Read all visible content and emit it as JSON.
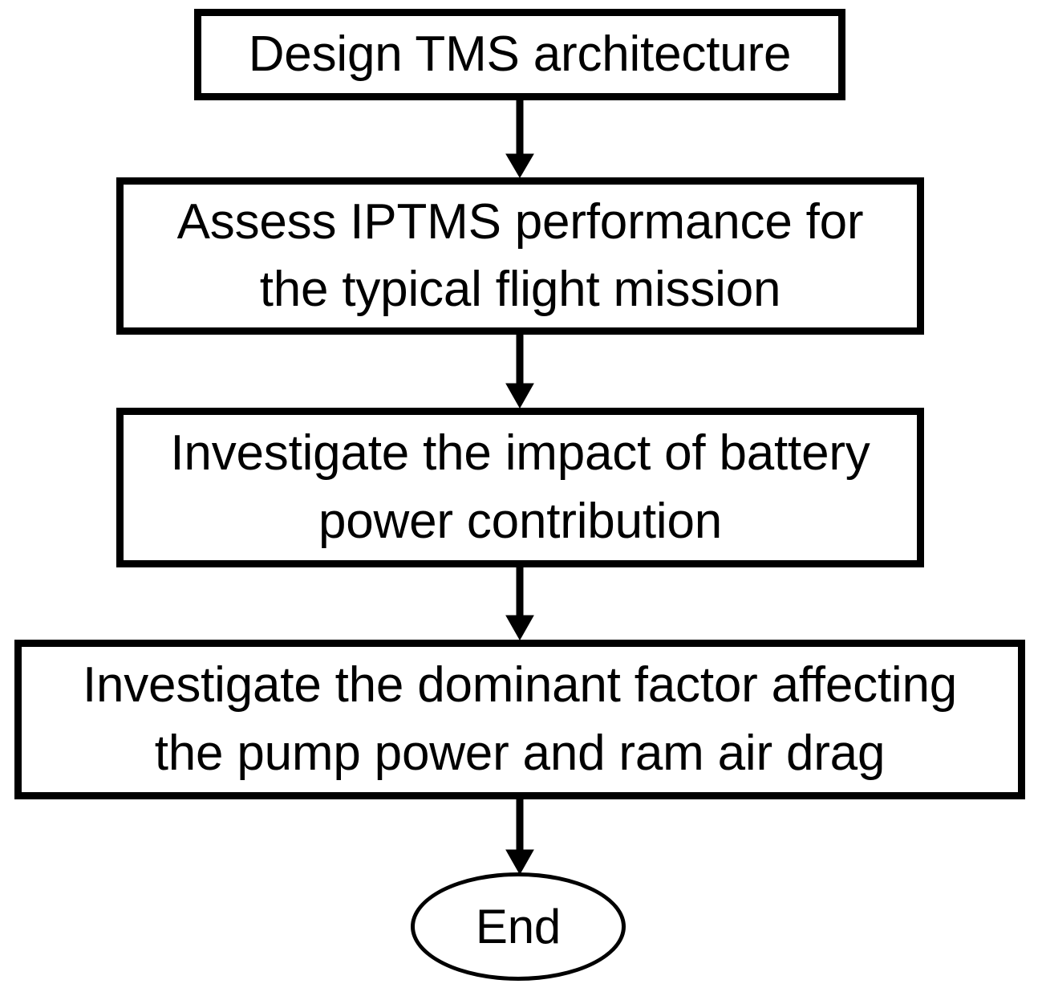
{
  "diagram": {
    "title": "TMS research workflow flowchart",
    "orientation": "top-to-bottom",
    "stroke_color": "#000000",
    "fill_color": "#ffffff",
    "nodes": [
      {
        "id": "design",
        "shape": "rectangle",
        "label": "Design TMS architecture"
      },
      {
        "id": "assess",
        "shape": "rectangle",
        "label": "Assess IPTMS performance for\nthe typical flight mission"
      },
      {
        "id": "battery",
        "shape": "rectangle",
        "label": "Investigate the impact of battery\npower contribution"
      },
      {
        "id": "dominant",
        "shape": "rectangle",
        "label": "Investigate the dominant factor affecting\nthe pump power and ram air drag"
      },
      {
        "id": "end",
        "shape": "ellipse",
        "label": "End"
      }
    ],
    "connectors": [
      {
        "id": "design-to-assess",
        "from": "design",
        "to": "assess",
        "style": "solid-arrow"
      },
      {
        "id": "assess-to-battery",
        "from": "assess",
        "to": "battery",
        "style": "solid-arrow"
      },
      {
        "id": "battery-to-dominant",
        "from": "battery",
        "to": "dominant",
        "style": "solid-arrow"
      },
      {
        "id": "dominant-to-end",
        "from": "dominant",
        "to": "end",
        "style": "solid-arrow"
      }
    ]
  }
}
